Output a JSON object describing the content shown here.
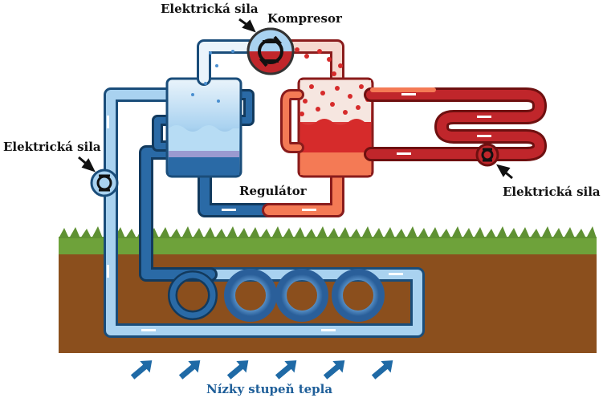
{
  "labels": {
    "top_power": "Elektrická sila",
    "compressor": "Kompresor",
    "left_power": "Elektrická sila",
    "regulator": "Regulátor",
    "right_power": "Elektrická sila",
    "bottom": "Nízky stupeň tepla"
  },
  "colors": {
    "ground": "#8b4f1d",
    "grass": "#6ea23a",
    "cold_pipe": "#a9d2f0",
    "cold_pipe_edge": "#1a4d7a",
    "dark_pipe": "#2a6aa6",
    "hot_pipe": "#c0262b",
    "hot_pipe_light": "#f47a55",
    "arrow_blue": "#1f6aa6"
  },
  "icons": [
    "arrow-icon",
    "pump-icon",
    "compressor-icon",
    "heat-arrow-icon"
  ]
}
